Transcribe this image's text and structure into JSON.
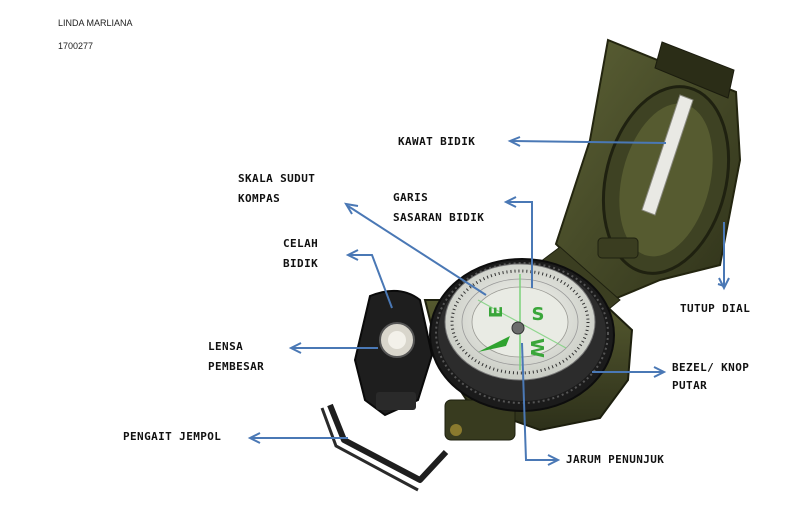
{
  "author": {
    "name": "LINDA MARLIANA",
    "id": "1700277"
  },
  "labels": {
    "kawat_bidik": "KAWAT BIDIK",
    "skala_sudut_1": "SKALA SUDUT",
    "skala_sudut_2": "KOMPAS",
    "garis_sasaran_1": "GARIS",
    "garis_sasaran_2": "SASARAN BIDIK",
    "celah_bidik_1": "CELAH",
    "celah_bidik_2": "BIDIK",
    "tutup_dial": "TUTUP DIAL",
    "lensa_1": "LENSA",
    "lensa_2": "PEMBESAR",
    "bezel_1": "BEZEL/ KNOP",
    "bezel_2": "PUTAR",
    "pengait": "PENGAIT JEMPOL",
    "jarum": "JARUM PENUNJUK"
  },
  "dial": {
    "s": "S",
    "w": "W",
    "e": "E"
  },
  "colors": {
    "arrow": "#4a78b5",
    "body": "#4a4e2a",
    "dial_letter": "#3aa63a"
  }
}
